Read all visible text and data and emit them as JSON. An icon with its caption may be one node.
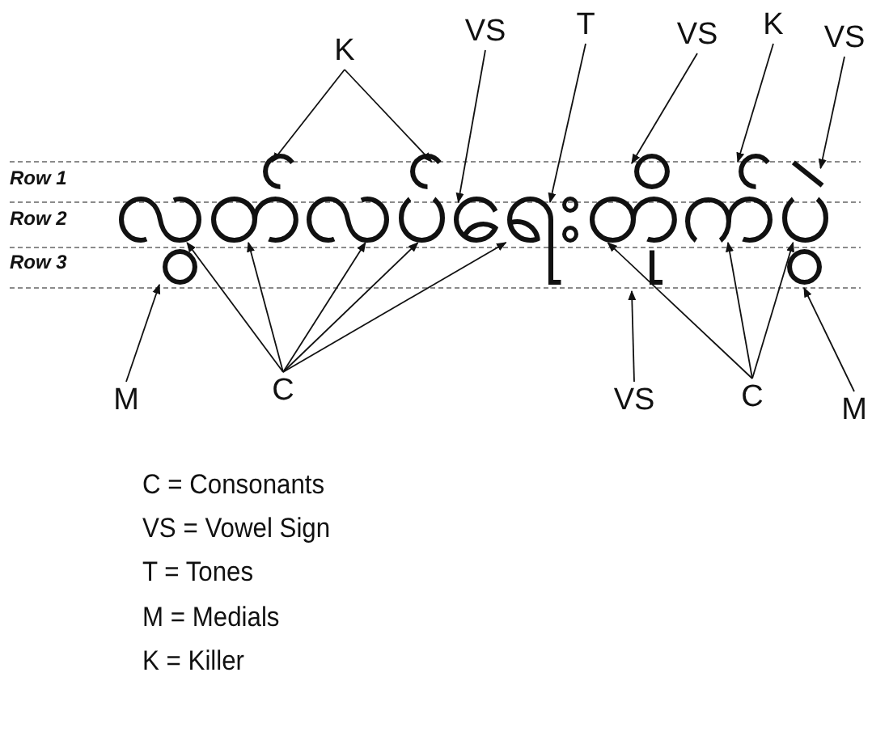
{
  "diagram": {
    "nodes": [
      {
        "text": [
          "K"
        ]
      },
      {
        "text": [
          "VS"
        ]
      },
      {
        "text": [
          "T"
        ]
      },
      {
        "text": [
          "VS"
        ]
      },
      {
        "text": [
          "K"
        ]
      },
      {
        "text": [
          "VS"
        ]
      },
      {
        "text": [
          "M"
        ]
      },
      {
        "text": [
          "C"
        ]
      },
      {
        "text": [
          "VS"
        ]
      },
      {
        "text": [
          "C"
        ]
      },
      {
        "text": [
          "M"
        ]
      },
      {
        "text": [
          "လွတ်လပ်ရေးတိုက်ပွဲ"
        ]
      }
    ],
    "edges": [
      {
        "from": 0,
        "to": 11,
        "arrow": "to"
      },
      {
        "from": 0,
        "to": 11,
        "arrow": "to"
      },
      {
        "from": 1,
        "to": 11,
        "arrow": "to"
      },
      {
        "from": 2,
        "to": 11,
        "arrow": "to"
      },
      {
        "from": 3,
        "to": 11,
        "arrow": "to"
      },
      {
        "from": 4,
        "to": 11,
        "arrow": "to"
      },
      {
        "from": 5,
        "to": 11,
        "arrow": "to"
      },
      {
        "from": 6,
        "to": 11,
        "arrow": "to"
      },
      {
        "from": 7,
        "to": 11,
        "arrow": "to"
      },
      {
        "from": 7,
        "to": 11,
        "arrow": "to"
      },
      {
        "from": 7,
        "to": 11,
        "arrow": "to"
      },
      {
        "from": 7,
        "to": 11,
        "arrow": "to"
      },
      {
        "from": 7,
        "to": 11,
        "arrow": "to"
      },
      {
        "from": 8,
        "to": 11,
        "arrow": "to"
      },
      {
        "from": 9,
        "to": 11,
        "arrow": "to"
      },
      {
        "from": 9,
        "to": 11,
        "arrow": "to"
      },
      {
        "from": 9,
        "to": 11,
        "arrow": "to"
      },
      {
        "from": 10,
        "to": 11,
        "arrow": "to"
      }
    ],
    "labels": [
      "Row 1",
      "Row 2",
      "Row 3",
      "C = Consonants",
      "VS = Vowel Sign",
      "T = Tones",
      "M = Medials",
      "K = Killer"
    ]
  }
}
